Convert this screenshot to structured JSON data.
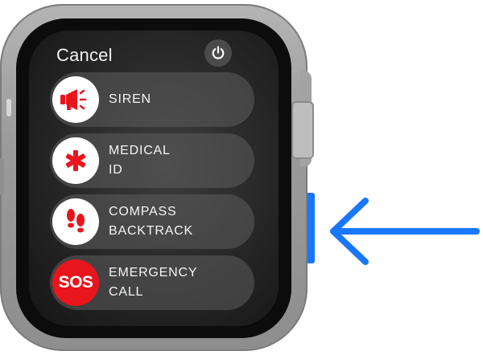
{
  "screen": {
    "cancel_label": "Cancel",
    "power_icon": "power-icon"
  },
  "items": [
    {
      "line1": "SIREN",
      "line2": "",
      "icon": "siren-megaphone-icon"
    },
    {
      "line1": "MEDICAL",
      "line2": "ID",
      "icon": "medical-asterisk-icon"
    },
    {
      "line1": "COMPASS",
      "line2": "BACKTRACK",
      "icon": "footprints-icon"
    },
    {
      "line1": "EMERGENCY",
      "line2": "CALL",
      "icon": "sos-icon",
      "icon_text": "SOS"
    }
  ],
  "colors": {
    "icon_red": "#e9151d",
    "side_button_highlight": "#1976ff",
    "arrow": "#1976ff"
  }
}
